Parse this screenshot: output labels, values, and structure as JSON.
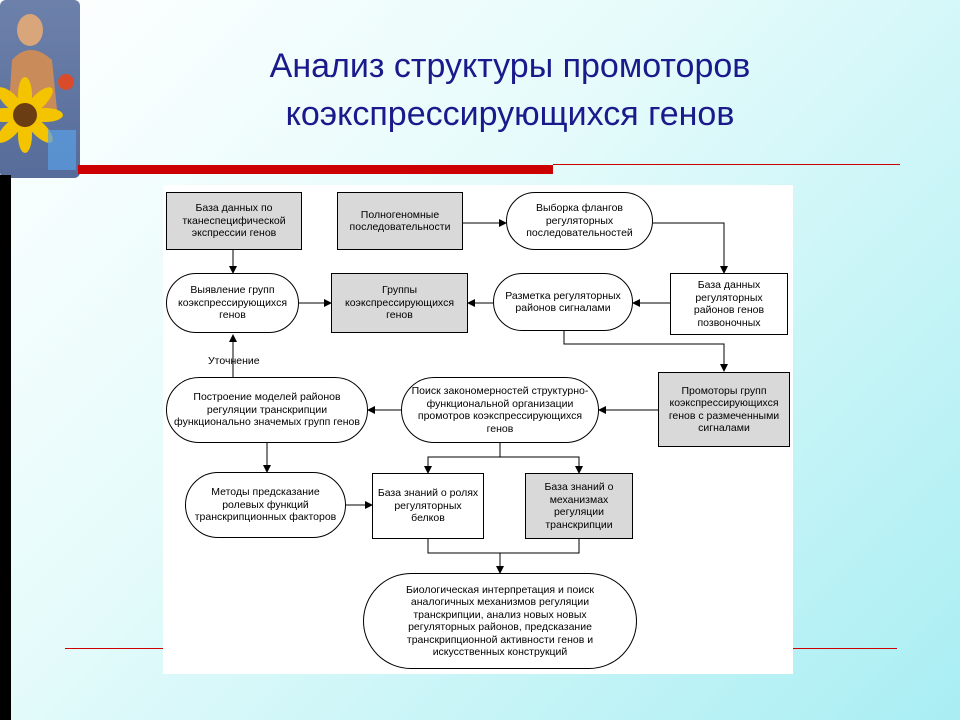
{
  "slide": {
    "title_line1": "Анализ структуры промоторов",
    "title_line2": "коэкспрессирующихся генов"
  },
  "diagram": {
    "nodes": {
      "db_tissue": "База данных по тканеспецифической экспрессии генов",
      "genome_seq": "Полногеномные последовательности",
      "flank_sample": "Выборка флангов регуляторных последовательностей",
      "detect_groups": "Выявление групп коэкспрессирующихся генов",
      "groups": "Группы коэкспрессирующихся генов",
      "markup": "Разметка регуляторных районов сигналами",
      "db_regulatory": "База данных регуляторных районов генов позвоночных",
      "build_models": "Построение моделей районов регуляции транскрипции функционально значемых групп генов",
      "search_patterns": "Поиск закономерностей структурно-функциональной организации промотров коэкспрессирующихся генов",
      "promoters": "Промоторы групп коэкспрессирующихся генов с размеченными сигналами",
      "methods": "Методы предсказание ролевых функций транскрипционных факторов",
      "kb_roles": "База знаний о ролях регуляторных белков",
      "kb_mechanisms": "База знаний о механизмах регуляции транскрипции",
      "bio_interpretation": "Биологическая интерпретация и поиск аналогичных механизмов регуляции транскрипции, анализ новых новых регуляторных районов, предсказание транскрипционной активности генов и искусственных конструкций"
    },
    "refinement_label": "Уточнение"
  }
}
